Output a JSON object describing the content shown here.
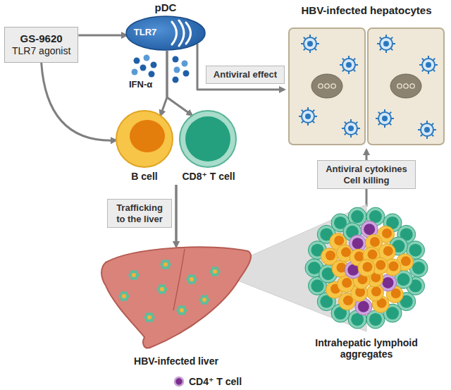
{
  "diagram": {
    "nodes": [
      {
        "text": [
          "GS-9620",
          "TLR7 agonist"
        ]
      },
      {
        "text": [
          "pDC",
          "TLR7"
        ]
      },
      {
        "text": [
          "HBV-infected hepatocytes"
        ]
      },
      {
        "text": [
          "B cell"
        ]
      },
      {
        "text": [
          "CD8⁺ T cell"
        ]
      },
      {
        "text": [
          "HBV-infected liver"
        ]
      },
      {
        "text": [
          "Intrahepatic lymphoid aggregates"
        ]
      }
    ],
    "edges": [
      {
        "from": 0,
        "to": 1,
        "arrow": "to"
      },
      {
        "from": 0,
        "to": 3,
        "arrow": "to"
      },
      {
        "from": 1,
        "to": 3,
        "arrow": "to"
      },
      {
        "from": 1,
        "to": 4,
        "arrow": "to"
      },
      {
        "from": 1,
        "to": 2,
        "label": "Antiviral effect",
        "arrow": "to"
      },
      {
        "from": 3,
        "to": 5,
        "label": "Trafficking to the liver",
        "arrow": "to"
      },
      {
        "from": 4,
        "to": 5,
        "arrow": "to"
      },
      {
        "from": 6,
        "to": 2,
        "label": "Antiviral cytokines Cell killing",
        "arrow": "to"
      },
      {
        "from": 5,
        "to": 6,
        "arrow": "none"
      }
    ],
    "labels": [
      "IFN-α"
    ],
    "legend": [
      {
        "text": "CD4⁺ T cell",
        "color": "#7a2e8e"
      }
    ]
  }
}
